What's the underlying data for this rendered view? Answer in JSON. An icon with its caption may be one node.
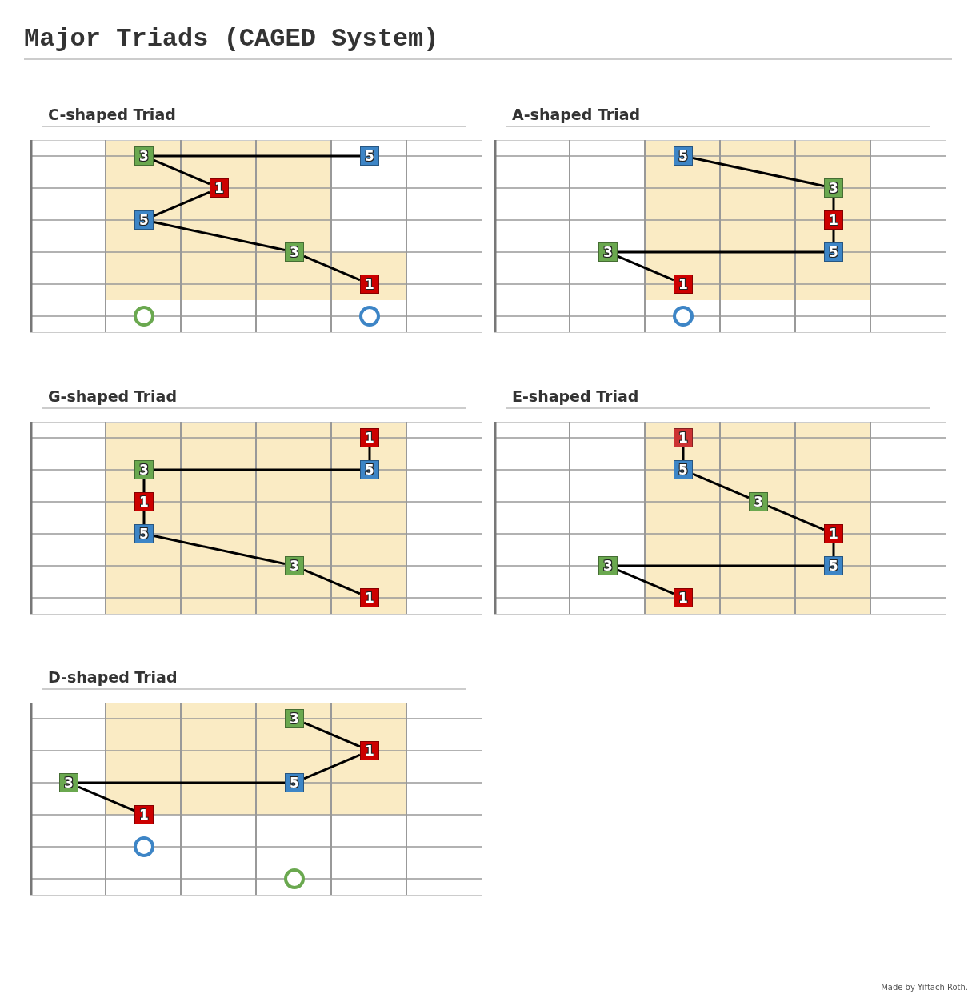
{
  "diagram": {
    "title": "Major Triads (CAGED System)",
    "nodes": [
      {
        "text": [
          "C-shaped Triad"
        ]
      },
      {
        "text": [
          "3"
        ],
        "in": 0
      },
      {
        "text": [
          "5"
        ],
        "in": 0
      },
      {
        "text": [
          "1"
        ],
        "in": 0
      },
      {
        "text": [
          "5"
        ],
        "in": 0
      },
      {
        "text": [
          "3"
        ],
        "in": 0
      },
      {
        "text": [
          "1"
        ],
        "in": 0
      },
      {
        "text": [],
        "shape": "circle",
        "in": 0
      },
      {
        "text": [],
        "shape": "circle",
        "in": 0
      },
      {
        "text": [
          "A-shaped Triad"
        ]
      },
      {
        "text": [
          "5"
        ],
        "in": 9
      },
      {
        "text": [
          "3"
        ],
        "in": 9
      },
      {
        "text": [
          "1"
        ],
        "in": 9
      },
      {
        "text": [
          "5"
        ],
        "in": 9
      },
      {
        "text": [
          "3"
        ],
        "in": 9
      },
      {
        "text": [
          "1"
        ],
        "in": 9
      },
      {
        "text": [],
        "shape": "circle",
        "in": 9
      },
      {
        "text": [
          "G-shaped Triad"
        ]
      },
      {
        "text": [
          "1"
        ],
        "in": 17
      },
      {
        "text": [
          "5"
        ],
        "in": 17
      },
      {
        "text": [
          "3"
        ],
        "in": 17
      },
      {
        "text": [
          "1"
        ],
        "in": 17
      },
      {
        "text": [
          "5"
        ],
        "in": 17
      },
      {
        "text": [
          "3"
        ],
        "in": 17
      },
      {
        "text": [
          "1"
        ],
        "in": 17
      },
      {
        "text": [
          "E-shaped Triad"
        ]
      },
      {
        "text": [
          "1"
        ],
        "in": 25
      },
      {
        "text": [
          "5"
        ],
        "in": 25
      },
      {
        "text": [
          "3"
        ],
        "in": 25
      },
      {
        "text": [
          "1"
        ],
        "in": 25
      },
      {
        "text": [
          "5"
        ],
        "in": 25
      },
      {
        "text": [
          "3"
        ],
        "in": 25
      },
      {
        "text": [
          "1"
        ],
        "in": 25
      },
      {
        "text": [
          "D-shaped Triad"
        ]
      },
      {
        "text": [
          "3"
        ],
        "in": 33
      },
      {
        "text": [
          "1"
        ],
        "in": 33
      },
      {
        "text": [
          "5"
        ],
        "in": 33
      },
      {
        "text": [
          "3"
        ],
        "in": 33
      },
      {
        "text": [
          "1"
        ],
        "in": 33
      },
      {
        "text": [],
        "shape": "circle",
        "in": 33
      },
      {
        "text": [],
        "shape": "circle",
        "in": 33
      }
    ],
    "edges": [
      {
        "from": 1,
        "to": 2,
        "arrow": "none"
      },
      {
        "from": 1,
        "to": 3,
        "arrow": "none"
      },
      {
        "from": 3,
        "to": 4,
        "arrow": "none"
      },
      {
        "from": 4,
        "to": 5,
        "arrow": "none"
      },
      {
        "from": 5,
        "to": 6,
        "arrow": "none"
      },
      {
        "from": 10,
        "to": 11,
        "arrow": "none"
      },
      {
        "from": 11,
        "to": 12,
        "arrow": "none"
      },
      {
        "from": 12,
        "to": 13,
        "arrow": "none"
      },
      {
        "from": 14,
        "to": 13,
        "arrow": "none"
      },
      {
        "from": 14,
        "to": 15,
        "arrow": "none"
      },
      {
        "from": 18,
        "to": 19,
        "arrow": "none"
      },
      {
        "from": 20,
        "to": 19,
        "arrow": "none"
      },
      {
        "from": 20,
        "to": 21,
        "arrow": "none"
      },
      {
        "from": 21,
        "to": 22,
        "arrow": "none"
      },
      {
        "from": 22,
        "to": 23,
        "arrow": "none"
      },
      {
        "from": 23,
        "to": 24,
        "arrow": "none"
      },
      {
        "from": 26,
        "to": 27,
        "arrow": "none"
      },
      {
        "from": 27,
        "to": 28,
        "arrow": "none"
      },
      {
        "from": 28,
        "to": 29,
        "arrow": "none"
      },
      {
        "from": 29,
        "to": 30,
        "arrow": "none"
      },
      {
        "from": 31,
        "to": 30,
        "arrow": "none"
      },
      {
        "from": 31,
        "to": 32,
        "arrow": "none"
      },
      {
        "from": 34,
        "to": 35,
        "arrow": "none"
      },
      {
        "from": 35,
        "to": 36,
        "arrow": "none"
      },
      {
        "from": 37,
        "to": 36,
        "arrow": "none"
      },
      {
        "from": 37,
        "to": 38,
        "arrow": "none"
      }
    ],
    "labels": [
      "Made by Yiftach Roth."
    ]
  }
}
